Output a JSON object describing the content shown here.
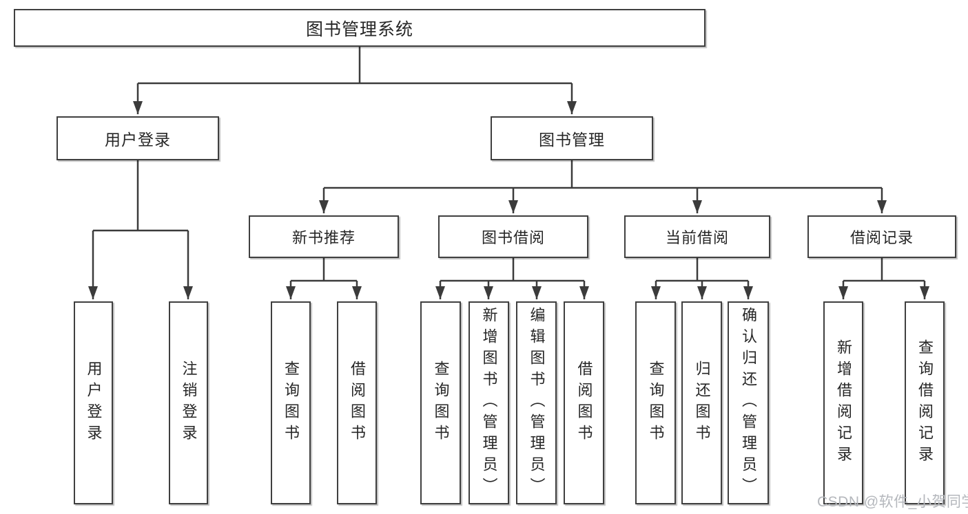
{
  "diagram": {
    "title": "图书管理系统",
    "root": "图书管理系统",
    "level2": [
      "用户登录",
      "图书管理"
    ],
    "level3": [
      "新书推荐",
      "图书借阅",
      "当前借阅",
      "借阅记录"
    ],
    "leaves": [
      "用户登录",
      "注销登录",
      "查询图书",
      "借阅图书",
      "查询图书",
      "新增图书（管理员）",
      "编辑图书（管理员）",
      "借阅图书",
      "查询图书",
      "归还图书",
      "确认归还（管理员）",
      "新增借阅记录",
      "查询借阅记录"
    ]
  },
  "watermark": "CSDN @软件_小贺同学",
  "colors": {
    "line": "#3b3b3b",
    "border": "#3f3f3f",
    "text": "#262626",
    "background": "#ffffff",
    "watermark": "#b4b7bc"
  }
}
